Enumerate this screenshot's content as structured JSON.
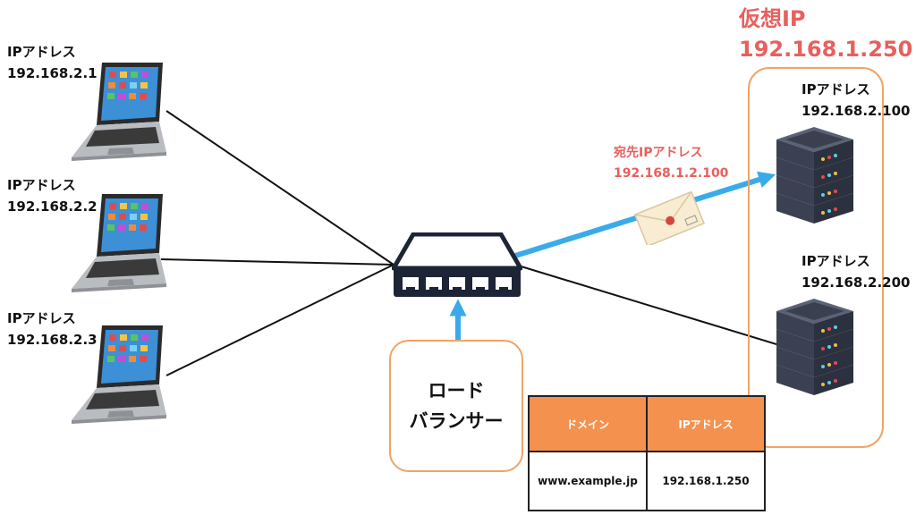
{
  "clients": [
    {
      "label": "IPアドレス",
      "ip": "192.168.2.1"
    },
    {
      "label": "IPアドレス",
      "ip": "192.168.2.2"
    },
    {
      "label": "IPアドレス",
      "ip": "192.168.2.3"
    }
  ],
  "virtual_ip": {
    "title": "仮想IP",
    "address": "192.168.1.250"
  },
  "servers": [
    {
      "label": "IPアドレス",
      "ip": "192.168.2.100"
    },
    {
      "label": "IPアドレス",
      "ip": "192.168.2.200"
    }
  ],
  "destination": {
    "label": "宛先IPアドレス",
    "ip": "192.168.1.2.100"
  },
  "load_balancer": {
    "line1": "ロード",
    "line2": "バランサー"
  },
  "dns_table": {
    "headers": [
      "ドメイン",
      "IPアドレス"
    ],
    "rows": [
      [
        "www.example.jp",
        "192.168.1.250"
      ]
    ]
  },
  "colors": {
    "accent_red": "#e8605c",
    "orange_border": "#f0a466",
    "table_header": "#f5914f",
    "arrow_blue": "#3aabea"
  }
}
